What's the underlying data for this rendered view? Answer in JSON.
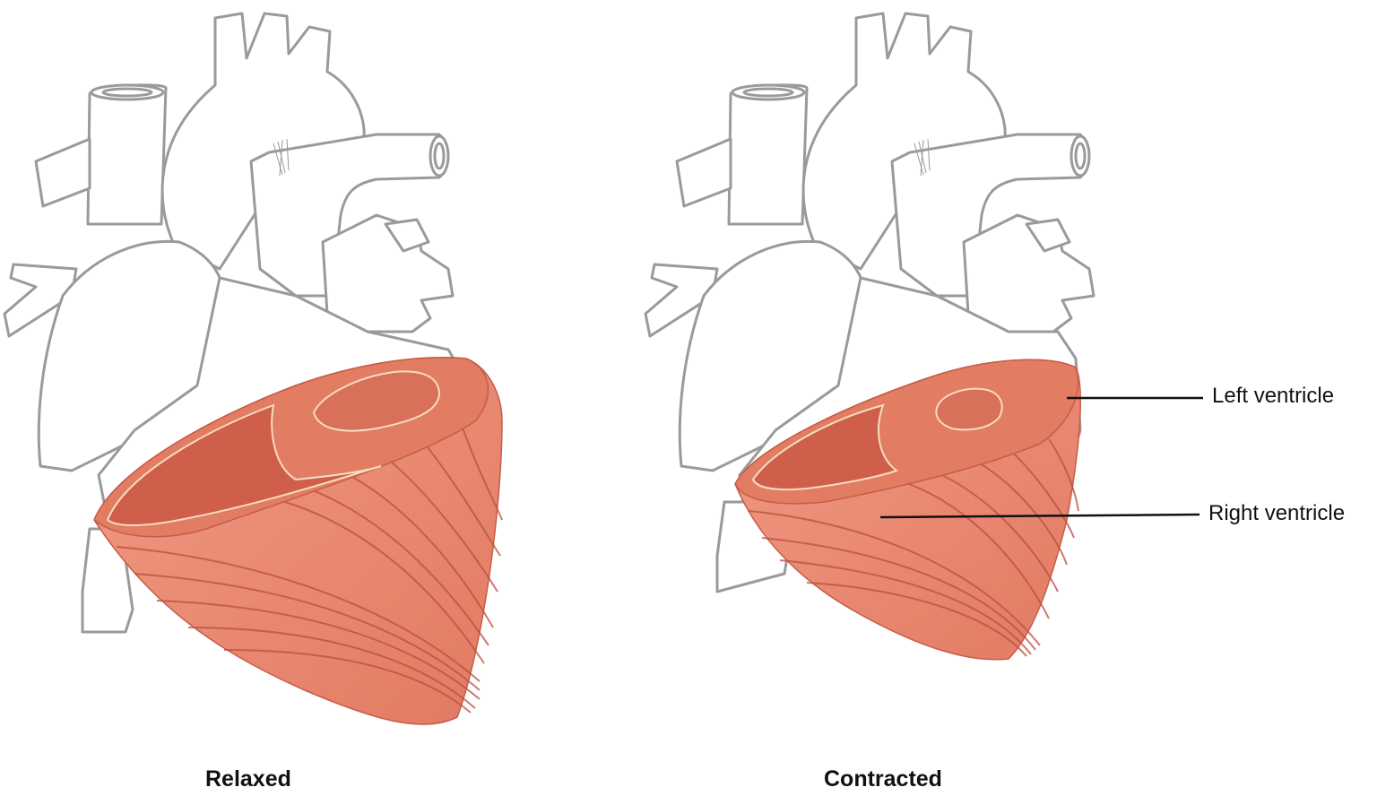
{
  "figure": {
    "panels": [
      {
        "id": "relaxed",
        "caption": "Relaxed"
      },
      {
        "id": "contracted",
        "caption": "Contracted"
      }
    ],
    "labels": {
      "left_ventricle": "Left ventricle",
      "right_ventricle": "Right ventricle"
    },
    "colors": {
      "outline": "#9a9a9a",
      "muscle": "#e8826a",
      "muscle_dark": "#c95a48",
      "muscle_light": "#f4a692",
      "endocardium_edge": "#f6dcc0",
      "leader_line": "#111111",
      "text": "#111111"
    }
  }
}
